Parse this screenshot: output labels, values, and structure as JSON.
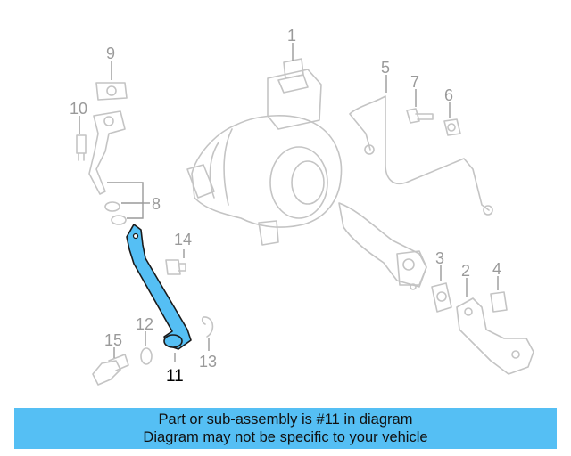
{
  "diagram": {
    "callouts": [
      {
        "id": "1",
        "label": "1"
      },
      {
        "id": "2",
        "label": "2"
      },
      {
        "id": "3",
        "label": "3"
      },
      {
        "id": "4",
        "label": "4"
      },
      {
        "id": "5",
        "label": "5"
      },
      {
        "id": "6",
        "label": "6"
      },
      {
        "id": "7",
        "label": "7"
      },
      {
        "id": "8",
        "label": "8"
      },
      {
        "id": "9",
        "label": "9"
      },
      {
        "id": "10",
        "label": "10"
      },
      {
        "id": "11",
        "label": "11"
      },
      {
        "id": "12",
        "label": "12"
      },
      {
        "id": "13",
        "label": "13"
      },
      {
        "id": "14",
        "label": "14"
      },
      {
        "id": "15",
        "label": "15"
      }
    ],
    "highlight_color": "#55bff4",
    "highlighted_part": "11"
  },
  "banner": {
    "line1": "Part or sub-assembly is #11 in diagram",
    "line2": "Diagram may not be specific to your vehicle",
    "background": "#55bff4"
  }
}
